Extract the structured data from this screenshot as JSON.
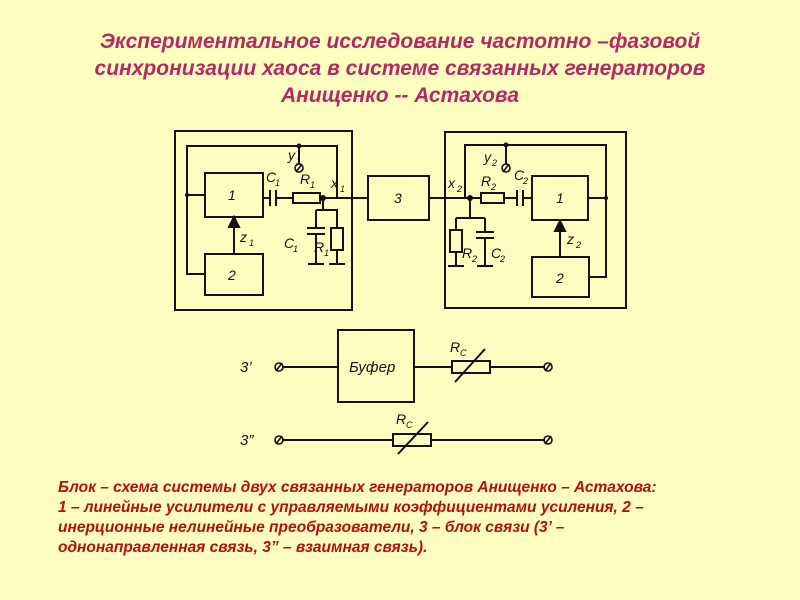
{
  "title": {
    "lines": [
      "Экспериментальное исследование частотно –фазовой",
      "синхронизации хаоса в системе связанных генераторов",
      "Анищенко -- Астахова"
    ]
  },
  "diagram": {
    "generator1": {
      "amp_label": "1",
      "converter_label": "2",
      "y_label": "y",
      "y_sub": "1",
      "c_label": "C",
      "c_sub": "1",
      "r_label": "R",
      "r_sub": "1",
      "x_label": "x",
      "x_sub": "1",
      "z_label": "z",
      "z_sub": "1",
      "c_shunt_label": "C",
      "c_shunt_sub": "1",
      "r_shunt_label": "R",
      "r_shunt_sub": "1"
    },
    "coupling_block_label": "3",
    "generator2": {
      "amp_label": "1",
      "converter_label": "2",
      "y_label": "y",
      "y_sub": "2",
      "c_label": "C",
      "c_sub": "2",
      "r_label": "R",
      "r_sub": "2",
      "x_label": "x",
      "x_sub": "2",
      "z_label": "z",
      "z_sub": "2",
      "c_shunt_label": "C",
      "c_shunt_sub": "2",
      "r_shunt_label": "R",
      "r_shunt_sub": "2"
    },
    "variant_unidirectional": {
      "label": "3’",
      "buffer_label": "Буфер",
      "rc_label": "R",
      "rc_sub": "C"
    },
    "variant_mutual": {
      "label": "3”",
      "rc_label": "R",
      "rc_sub": "C"
    }
  },
  "caption": {
    "lines": [
      "Блок – схема системы двух связанных генераторов Анищенко – Астахова:",
      "1 – линейные усилители с управляемыми коэффициентами усиления, 2 –",
      "инерционные нелинейные преобразователи, 3 – блок связи (3’ –",
      "однонаправленная связь, 3” – взаимная связь)."
    ]
  },
  "colors": {
    "background": "#fdfdc0",
    "title": "#b22a63",
    "caption": "#b01010",
    "ink": "#111111"
  }
}
